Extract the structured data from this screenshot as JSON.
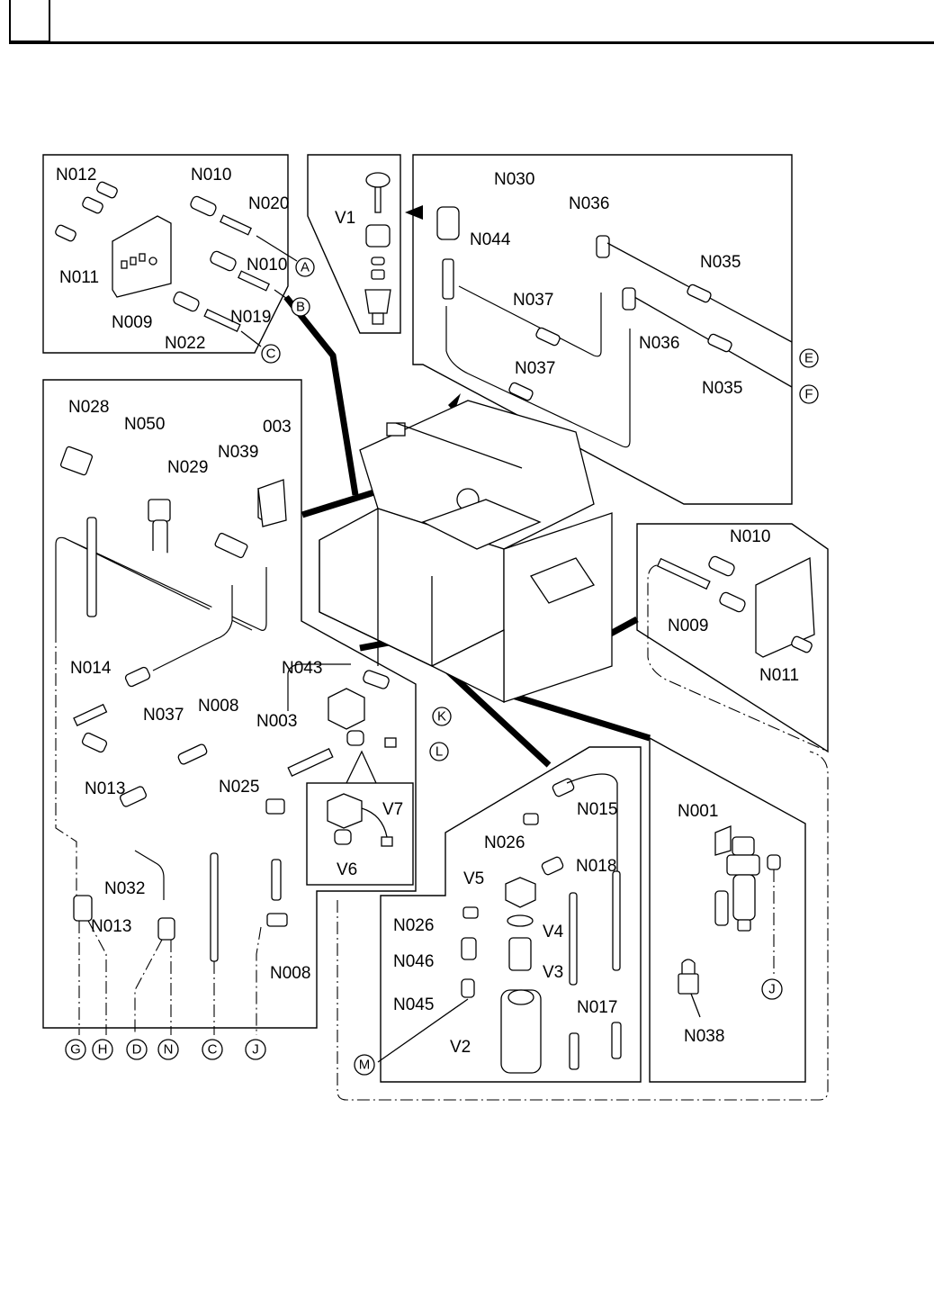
{
  "page": {
    "header_box_text": "",
    "title": ""
  },
  "panels": {
    "top_left": {
      "labels": [
        "N012",
        "N010",
        "N020",
        "N011",
        "N010",
        "N019",
        "N009",
        "N022"
      ],
      "connectors": [
        "A",
        "B",
        "C"
      ]
    },
    "v1_inset": {
      "labels": [
        "V1"
      ]
    },
    "top_right": {
      "labels": [
        "N030",
        "N036",
        "N044",
        "N035",
        "N037",
        "N036",
        "N037",
        "N035"
      ],
      "connectors": [
        "E",
        "F"
      ]
    },
    "left_main": {
      "labels": [
        "N028",
        "N050",
        "003",
        "N029",
        "N039",
        "N043",
        "N014",
        "N037",
        "N008",
        "N003",
        "N013",
        "N025",
        "N032",
        "N013",
        "N008"
      ],
      "connectors": [
        "K",
        "L",
        "G",
        "H",
        "D",
        "N",
        "C",
        "J"
      ]
    },
    "valve_inset": {
      "labels": [
        "V7",
        "V6"
      ]
    },
    "right_mid": {
      "labels": [
        "N010",
        "N009",
        "N011"
      ]
    },
    "bottom_center": {
      "labels": [
        "N015",
        "N026",
        "N018",
        "V5",
        "N026",
        "V4",
        "N046",
        "V3",
        "N045",
        "N017",
        "V2"
      ],
      "connectors": [
        "M"
      ]
    },
    "bottom_right": {
      "labels": [
        "N001",
        "N038"
      ],
      "connectors": [
        "J"
      ]
    }
  },
  "icons": {
    "machine": "machine-frame-isometric-icon",
    "filter_regulator": "air-filter-regulator-icon",
    "padlock": "padlock-icon",
    "solenoid_valve": "solenoid-valve-icon",
    "bottle": "bottle-icon"
  }
}
